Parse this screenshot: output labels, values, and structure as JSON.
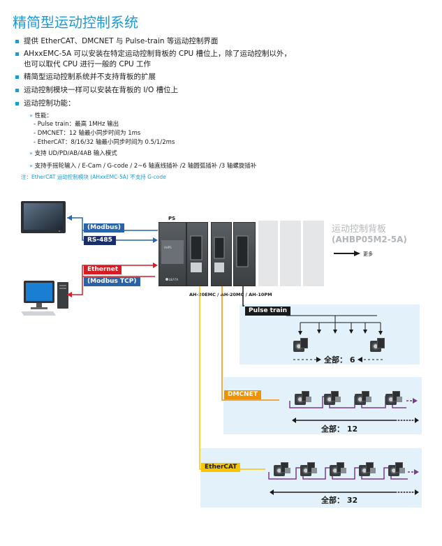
{
  "page": {
    "title": "精简型运动控制系统",
    "bullets": [
      "提供 EtherCAT、DMCNET 与 Pulse-train 等运动控制界面",
      "AHxxEMC-5A 可以安装在特定运动控制背板的 CPU 槽位上，除了运动控制以外，",
      "也可以取代 CPU 进行一般的 CPU 工作",
      "精简型运动控制系统并不支持背板的扩展",
      "运动控制模块一样可以安装在背板的 I/O 槽位上",
      "运动控制功能："
    ],
    "performance": {
      "heading": "性能：",
      "items": [
        "- Pulse train：最高 1MHz 输出",
        "- DMCNET：12 轴最小同步时间为 1ms",
        "- EtherCAT：8/16/32 轴最小同步时间为 0.5/1/2ms"
      ]
    },
    "features": [
      "支持 UD/PD/AB/4AB 输入模式",
      "支持手摇轮输入 / E-Cam / G-code / 2~6 轴直线插补 /2 轴圆弧插补 /3 轴螺旋插补"
    ],
    "note": "注：EtherCAT 运动控制模块 (AHxxEMC-5A) 不支持 G-code"
  },
  "diagram": {
    "labels": {
      "modbus": "(Modbus)",
      "rs485": "RS-485",
      "ethernet": "Ethernet",
      "modbus_tcp": "(Modbus TCP)",
      "ps": "PS",
      "modules": "AH-20EMC / AH-20MC / AH-10PM",
      "backplane_title": "运动控制背板",
      "backplane_model": "(AHBP05M2-5A)",
      "more": "更多",
      "pulse_train": "Pulse train",
      "dmcnet": "DMCNET",
      "ethercat": "EtherCAT",
      "total_label": "全部：",
      "pulse_count": "6",
      "dmcnet_count": "12",
      "ethercat_count": "32"
    },
    "colors": {
      "modbus_blue": "#2a63a8",
      "rs485_navy": "#1a2f6a",
      "ethernet_red": "#d21f26",
      "dmcnet_orange": "#f29100",
      "ethercat_yellow": "#f7c600",
      "panel_blue": "#e3f1fa",
      "link_purple": "#7b3a8c"
    }
  }
}
